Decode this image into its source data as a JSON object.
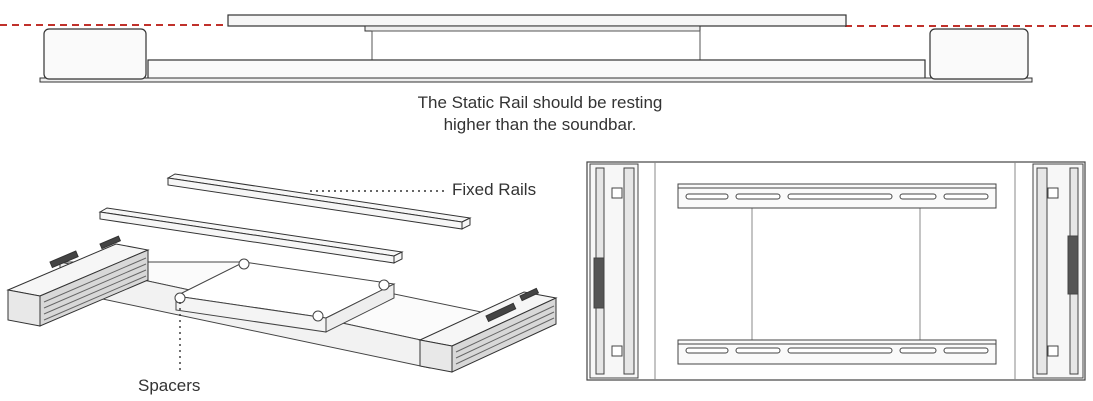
{
  "caption": {
    "line1": "The Static Rail should be resting",
    "line2": "higher than the soundbar."
  },
  "labels": {
    "fixed_rails": "Fixed Rails",
    "spacers": "Spacers"
  },
  "colors": {
    "reference_line": "#c0312b",
    "stroke": "#333333",
    "fill_light": "#f4f4f4"
  }
}
